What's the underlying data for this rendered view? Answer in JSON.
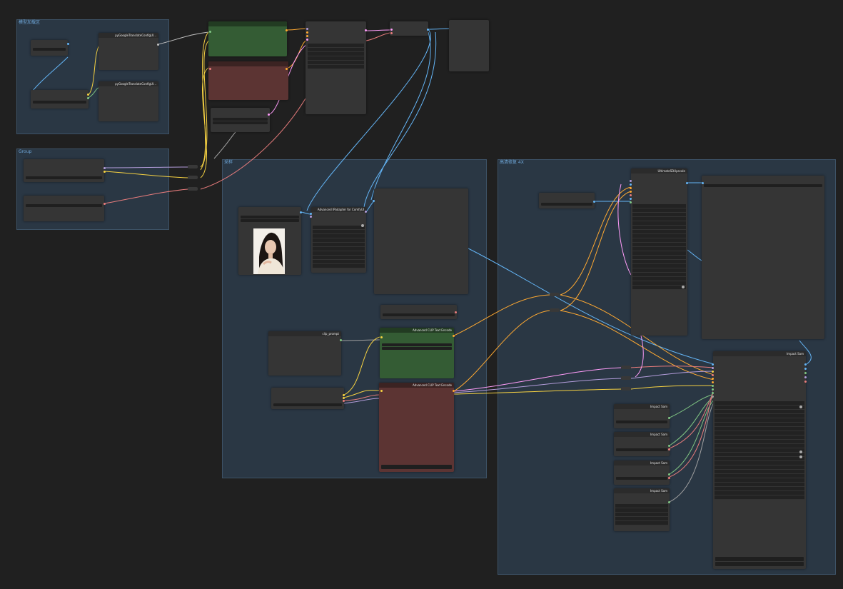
{
  "groups": {
    "g1": {
      "title": "模型加载区"
    },
    "g2": {
      "title": "Group"
    },
    "g3": {
      "title": "采样"
    },
    "g4": {
      "title": "高清修复 4X"
    }
  },
  "nodes": {
    "lora1": {
      "title": "pyGoogleTranslateConfigUI..."
    },
    "lora2": {
      "title": "pyGoogleTranslateConfigUI..."
    },
    "ipadapter": {
      "title": "Advanced IPadapter for ComfyUI"
    },
    "face_pos": {
      "title": "Advanced CLIP Text Encode"
    },
    "face_neg": {
      "title": "Advanced CLIP Text Encode"
    },
    "clip_prompt": {
      "title": "clip_prompt"
    },
    "upscale": {
      "title": "UltimateSDUpscale"
    },
    "impact_main": {
      "title": "Impact Sam"
    },
    "impact1": {
      "title": "Impact Sam"
    },
    "impact2": {
      "title": "Impact Sam"
    },
    "impact3": {
      "title": "Impact Sam"
    },
    "impact4": {
      "title": "Impact Sam"
    }
  },
  "colors": {
    "canvas": "#202020",
    "group": "#2a3744",
    "node": "#353535",
    "positive": "#345c34",
    "negative": "#5c3433",
    "link_model": "#b39ddb",
    "link_clip": "#f5d142",
    "link_vae": "#e87c7c",
    "link_image": "#64b5f6",
    "link_latent": "#ff9cf9",
    "link_cond": "#ffa931",
    "link_mask": "#81c784"
  },
  "icons": {
    "reference_image": "portrait-photo-thumbnail"
  }
}
